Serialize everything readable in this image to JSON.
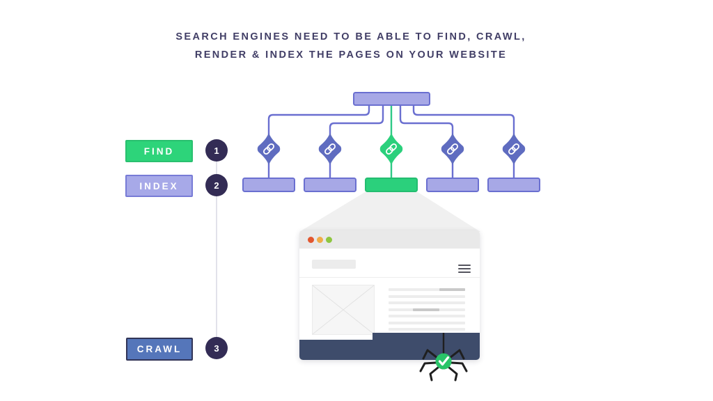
{
  "title": {
    "line1": "SEARCH ENGINES NEED TO BE ABLE TO FIND, CRAWL,",
    "line2": "RENDER & INDEX THE PAGES ON YOUR WEBSITE"
  },
  "steps": [
    {
      "number": "1",
      "label": "FIND"
    },
    {
      "number": "2",
      "label": "INDEX"
    },
    {
      "number": "3",
      "label": "CRAWL"
    }
  ],
  "sitemap": {
    "child_pages": 5,
    "highlighted_child_index": 2,
    "node_icon": "link-icon"
  },
  "colors": {
    "title_text": "#413e66",
    "green": "#2bd07c",
    "green_line": "#2ec986",
    "purple_light": "#a7a8e6",
    "purple_line": "#6a6fd0",
    "indigo_diamond": "#5f6cc0",
    "crawl_blue": "#5576ba",
    "step_circle_navy": "#332c55",
    "footer_navy": "#3e4c6b",
    "window_dot_red": "#e2572f",
    "window_dot_yellow": "#f0ac49",
    "window_dot_green": "#8ec640",
    "check_green": "#29c468"
  }
}
